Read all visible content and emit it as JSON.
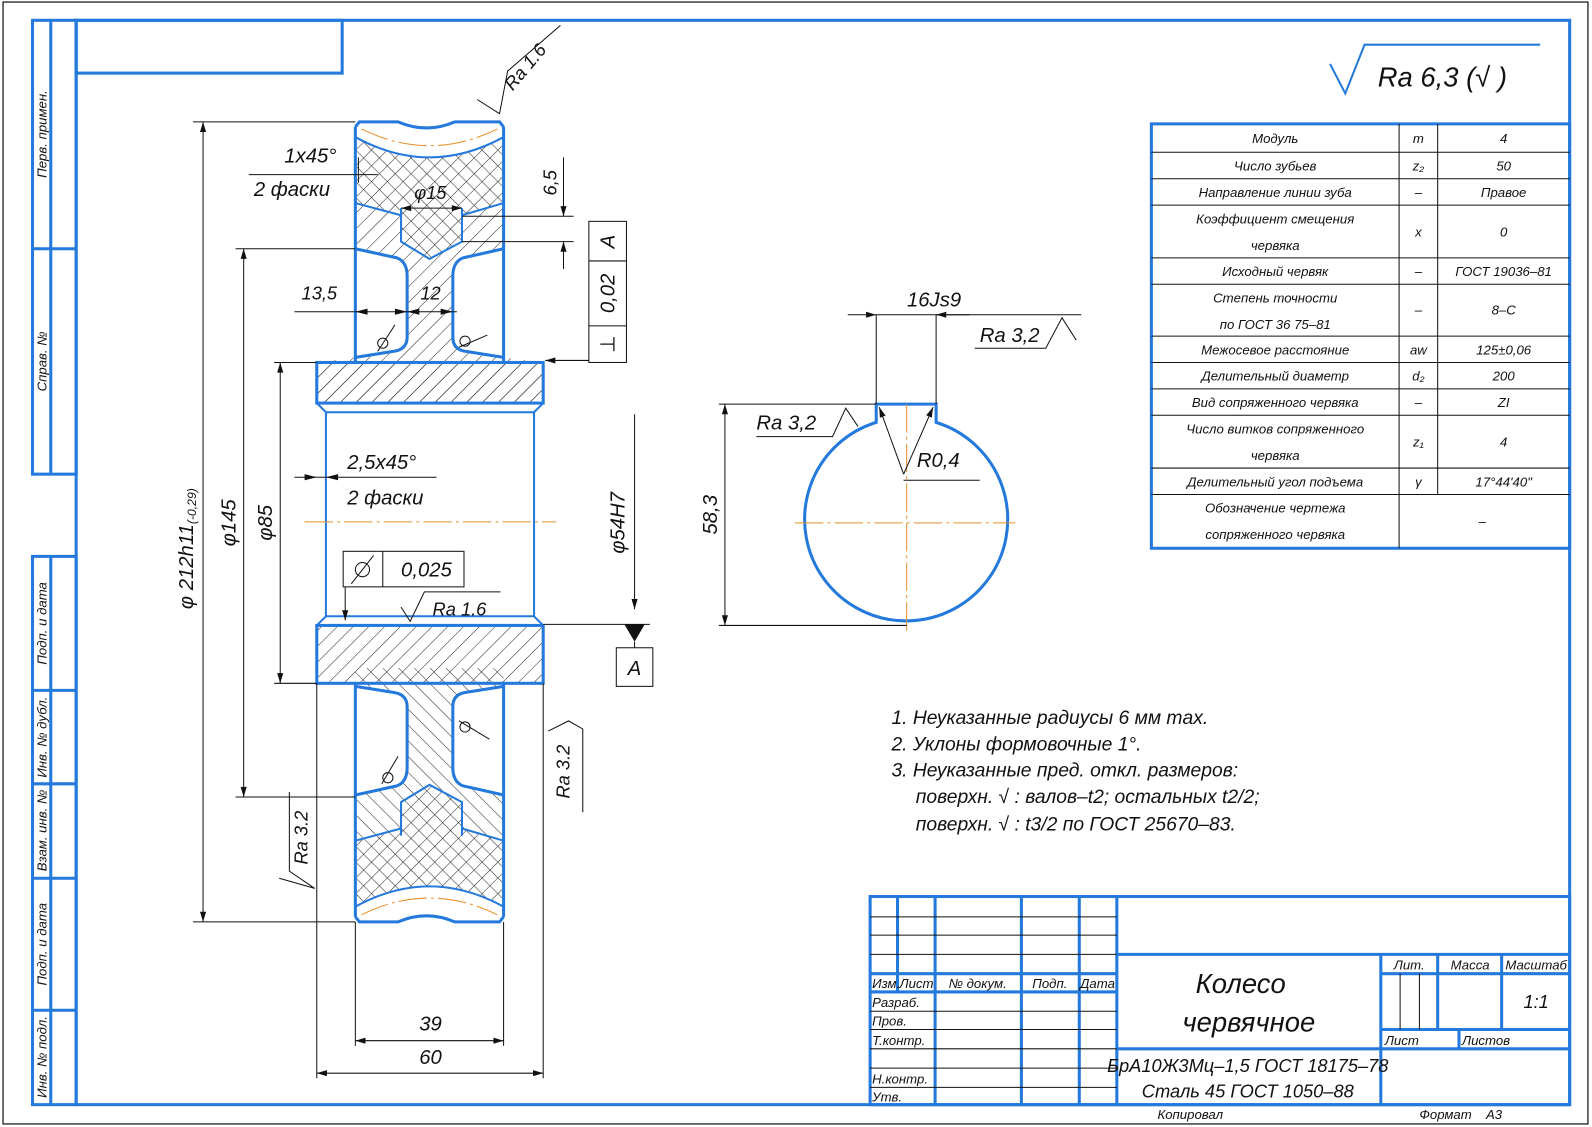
{
  "colors": {
    "outline": "#2479dc",
    "centerline": "#e8902a",
    "lines": "#111111"
  },
  "left_strip": [
    "Перв. примен.",
    "Справ. №",
    "Подп. и дата",
    "Инв. № дубл.",
    "Взам. инв. №",
    "Подп. и дата",
    "Инв. № подл."
  ],
  "general_roughness": "Ra 6,3 (√ )",
  "params_table": {
    "rows": [
      {
        "name": [
          "Модуль"
        ],
        "symbol": "m",
        "value": "4"
      },
      {
        "name": [
          "Число зубьев"
        ],
        "symbol": "z₂",
        "value": "50"
      },
      {
        "name": [
          "Направление линии зуба"
        ],
        "symbol": "–",
        "value": "Правое"
      },
      {
        "name": [
          "Коэффициент смещения",
          "червяка"
        ],
        "symbol": "x",
        "value": "0"
      },
      {
        "name": [
          "Исходный червяк"
        ],
        "symbol": "–",
        "value": "ГОСТ 19036–81"
      },
      {
        "name": [
          "Степень точности",
          "по ГОСТ 36 75–81"
        ],
        "symbol": "–",
        "value": "8–C"
      },
      {
        "name": [
          "Межосевое расстояние"
        ],
        "symbol": "aw",
        "value": "125±0,06"
      },
      {
        "name": [
          "Делительный диаметр"
        ],
        "symbol": "d₂",
        "value": "200"
      },
      {
        "name": [
          "Вид сопряженного червяка"
        ],
        "symbol": "–",
        "value": "ZI"
      },
      {
        "name": [
          "Число витков сопряженного",
          "червяка"
        ],
        "symbol": "z₁",
        "value": "4"
      },
      {
        "name": [
          "Делительный угол подъема"
        ],
        "symbol": "γ",
        "value": "17°44'40\""
      },
      {
        "name": [
          "Обозначение чертежа",
          "сопряженного червяка"
        ],
        "symbol": "",
        "value": "–"
      }
    ]
  },
  "section_view": {
    "dia_outer": "φ 212h11",
    "dia_outer_tol": "(-0,29)",
    "dia_145": "φ145",
    "dia_85": "φ85",
    "dia_bore": "φ54H7",
    "chamfer_top": "1x45°",
    "chamfer_top_note": "2 фаски",
    "hole_dia": "φ15",
    "dim_6_5": "6,5",
    "dim_13_5": "13,5",
    "dim_12": "12",
    "chamfer_bore": "2,5x45°",
    "chamfer_bore_note": "2 фаски",
    "perp_tol": {
      "symbol": "⊥",
      "value": "0,02",
      "datum": "A"
    },
    "runout_tol": {
      "value": "0,025"
    },
    "datum_label": "A",
    "ra_top": "Ra 1.6",
    "ra_bore": "Ra 1.6",
    "ra_left": "Ra 3.2",
    "ra_right": "Ra 3.2",
    "width_39": "39",
    "width_60": "60"
  },
  "keyway_view": {
    "key_width": "16Js9",
    "ra_right": "Ra 3,2",
    "ra_left": "Ra 3,2",
    "radius": "R0,4",
    "depth": "58,3"
  },
  "notes": [
    "1. Неуказанные радиусы 6 мм max.",
    "2. Уклоны формовочные 1°.",
    "3. Неуказанные пред. откл. размеров:",
    "поверхн. √ : валов–t2; остальных  t2/2;",
    "поверхн. √ : t3/2 по ГОСТ 25670–83."
  ],
  "title_block": {
    "headers": {
      "izm": "Изм.",
      "list": "Лист",
      "doc": "№ докум.",
      "sign": "Подп.",
      "date": "Дата"
    },
    "roles": [
      "Разраб.",
      "Пров.",
      "Т.контр.",
      "Н.контр.",
      "Утв."
    ],
    "name_line1": "Колесо",
    "name_line2": "червячное",
    "material_line1": "БрА10Ж3Мц–1,5  ГОСТ 18175–78",
    "material_line2": "Сталь 45 ГОСТ 1050–88",
    "lit": "Лит.",
    "mass": "Масса",
    "scale_label": "Масштаб",
    "scale": "1:1",
    "sheet": "Лист",
    "sheets": "Листов"
  },
  "footer": {
    "copied": "Копировал",
    "format_label": "Формат",
    "format": "A3"
  }
}
